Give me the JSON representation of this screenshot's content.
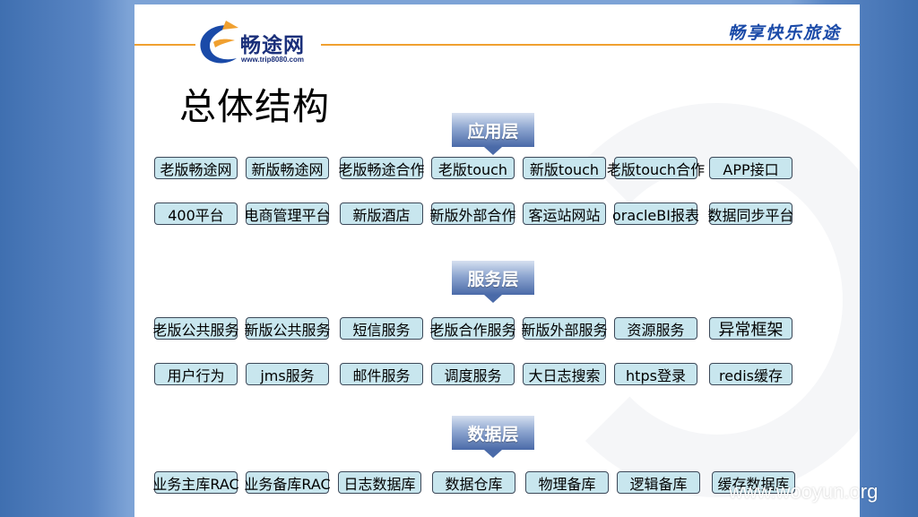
{
  "header": {
    "logo_text": "畅途网",
    "logo_url": "www.trip8080.com",
    "slogan": "畅享快乐旅途"
  },
  "slide_title": "总体结构",
  "layers": {
    "app": "应用层",
    "service": "服务层",
    "data": "数据层"
  },
  "app_row1": [
    "老版畅途网",
    "新版畅途网",
    "老版畅途合作",
    "老版touch",
    "新版touch",
    "老版touch合作",
    "APP接口"
  ],
  "app_row2": [
    "400平台",
    "电商管理平台",
    "新版酒店",
    "新版外部合作",
    "客运站网站",
    "oracleBI报表",
    "数据同步平台"
  ],
  "svc_row1": [
    "老版公共服务",
    "新版公共服务",
    "短信服务",
    "老版合作服务",
    "新版外部服务",
    "资源服务",
    "异常框架"
  ],
  "svc_row2": [
    "用户行为",
    "jms服务",
    "邮件服务",
    "调度服务",
    "大日志搜索",
    "htps登录",
    "redis缓存"
  ],
  "data_row": [
    "业务主库RAC",
    "业务备库RAC",
    "日志数据库",
    "数据仓库",
    "物理备库",
    "逻辑备库",
    "缓存数据库"
  ],
  "watermark": "www.wooyun.org",
  "colors": {
    "box_fill": "#c8e6ee",
    "layer_fill": "#4a6aa8",
    "header_line": "#f0a030",
    "brand_blue": "#1a2f7a"
  }
}
